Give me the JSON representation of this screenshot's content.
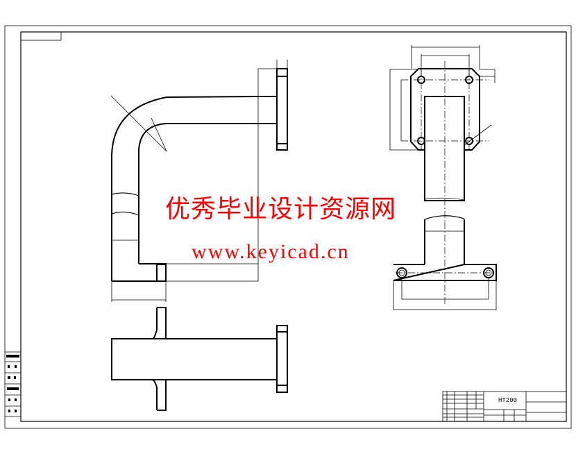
{
  "watermark": {
    "title": "优秀毕业设计资源网",
    "url": "www.keyicad.cn",
    "color": "#ff0000"
  },
  "title_block": {
    "material": "HT200"
  },
  "line_color": "#000000"
}
